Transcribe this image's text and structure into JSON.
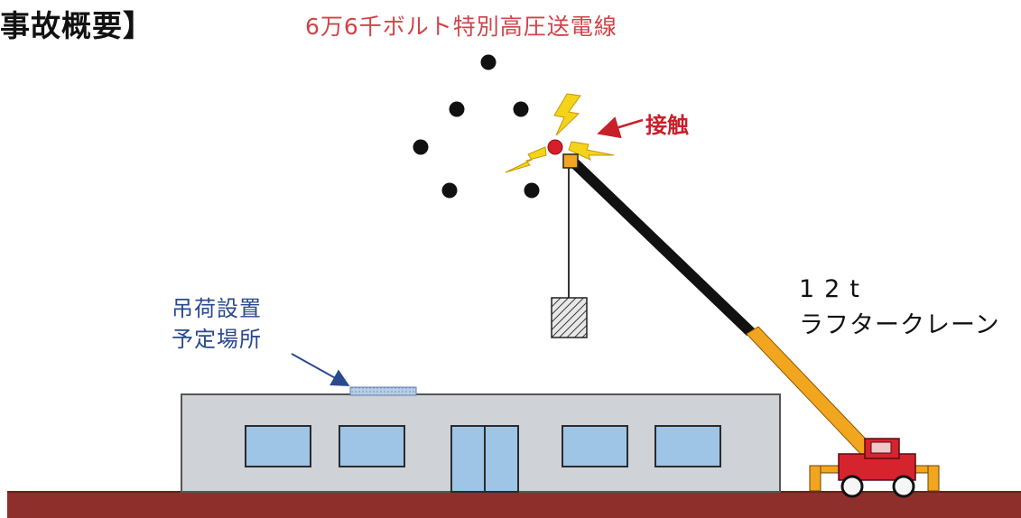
{
  "header": {
    "title": "事故概要】"
  },
  "labels": {
    "power_line": "6万6千ボルト特別高圧送電線",
    "contact": "接触",
    "site_line1": "吊荷設置",
    "site_line2": "予定場所",
    "crane_capacity": "12t",
    "crane_type": "ラフタークレーン"
  },
  "colors": {
    "power_line_text": "#d0444a",
    "contact_text": "#c8202a",
    "site_text": "#2a4a8e",
    "ground": "#8e2f2c",
    "building": "#cfd2d6",
    "window": "#9ec4e6",
    "boom_upper": "#111111",
    "boom_lower": "#f2a51e",
    "crane_body": "#d6242f",
    "spark": "#f4d31a"
  }
}
